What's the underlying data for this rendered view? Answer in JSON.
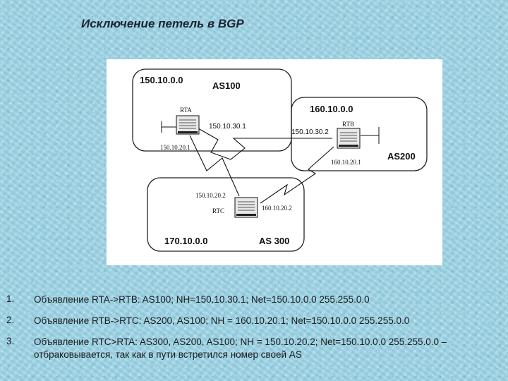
{
  "title": "Исключение петель в BGP",
  "diagram": {
    "as100": {
      "network": "150.10.0.0",
      "as": "AS100"
    },
    "as200": {
      "network": "160.10.0.0",
      "as": "AS200"
    },
    "as300": {
      "network": "170.10.0.0",
      "as": "AS 300"
    },
    "routers": {
      "rta": {
        "label": "RTA",
        "if_lan": "150.10.20.1",
        "if_link": "150.10.30.1"
      },
      "rtb": {
        "label": "RTB",
        "if_lan": "160.10.20.1",
        "if_link": "150.10.30.2"
      },
      "rtc": {
        "label": "RTC",
        "if_to_rta": "150.10.20.2",
        "if_to_rtb": "160.10.20.2"
      }
    }
  },
  "list": [
    {
      "num": "1.",
      "text": "Объявление RTA->RTB: AS100; NH=150.10.30.1; Net=150.10.0.0 255.255.0.0"
    },
    {
      "num": "2.",
      "text": "Объявление RTB->RTC: AS200, AS100; NH = 160.10.20.1; Net=150.10.0.0 255.255.0.0"
    },
    {
      "num": "3.",
      "text": "Объявление RTC>RTA: AS300, AS200, AS100; NH = 150.10.20.2; Net=150.10.0.0 255.255.0.0 – отбраковывается, так как в пути встретился номер своей AS"
    }
  ]
}
